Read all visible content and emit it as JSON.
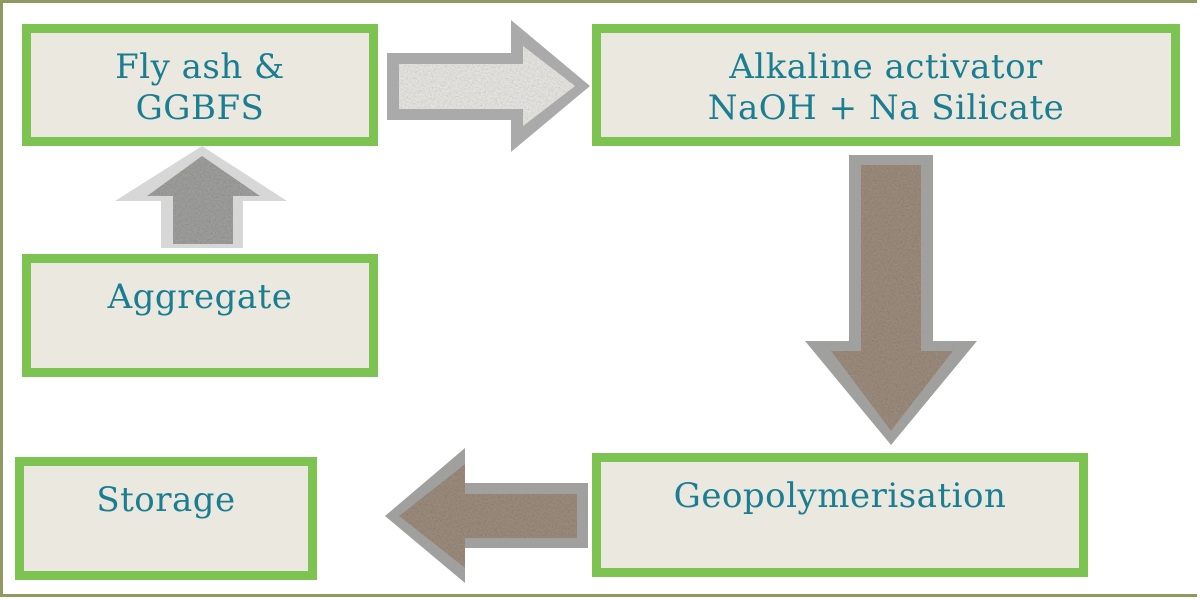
{
  "diagram": {
    "type": "process-flow",
    "nodes": [
      {
        "id": "flyash",
        "label": "Fly ash &\nGGBFS"
      },
      {
        "id": "alkaline",
        "label": "Alkaline activator\nNaOH + Na Silicate"
      },
      {
        "id": "aggregate",
        "label": "Aggregate"
      },
      {
        "id": "geopolymerisation",
        "label": "Geopolymerisation"
      },
      {
        "id": "storage",
        "label": "Storage"
      }
    ],
    "edges": [
      {
        "from": "aggregate",
        "to": "flyash",
        "direction": "up"
      },
      {
        "from": "flyash",
        "to": "alkaline",
        "direction": "right"
      },
      {
        "from": "alkaline",
        "to": "geopolymerisation",
        "direction": "down"
      },
      {
        "from": "geopolymerisation",
        "to": "storage",
        "direction": "left"
      }
    ]
  },
  "colors": {
    "box_border": "#7dc352",
    "box_fill": "#ebe8df",
    "text": "#1a7e93",
    "frame": "#8f9a62",
    "arrow_outline": "#a9aaa9",
    "arrow_fill_light": "#e9e9e7",
    "arrow_fill_gray": "#9c9c9a",
    "arrow_fill_brown": "#9e8c7c"
  }
}
